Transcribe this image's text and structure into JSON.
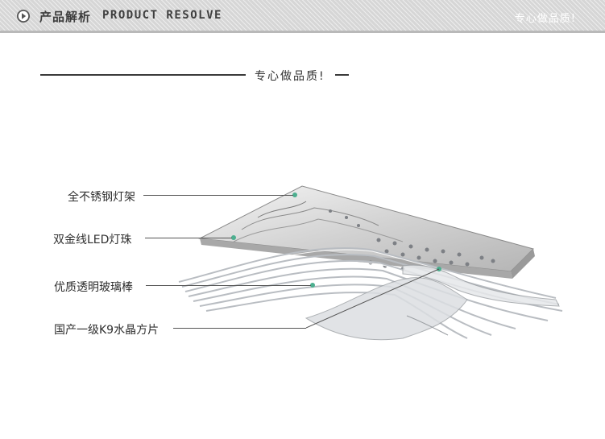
{
  "header": {
    "title_cn": "产品解析",
    "title_en": "PRODUCT RESOLVE",
    "right_text": "专心做品质!",
    "icon": "play-circle-icon",
    "accent_color": "#3e3e3e"
  },
  "slogan": {
    "text": "专心做品质!"
  },
  "callouts": [
    {
      "label": "全不锈钢灯架"
    },
    {
      "label": "双金线LED灯珠"
    },
    {
      "label": "优质透明玻璃棒"
    },
    {
      "label": "国产一级K9水晶方片"
    }
  ],
  "colors": {
    "leader_line": "#555555",
    "pin": "#4caf8f"
  }
}
